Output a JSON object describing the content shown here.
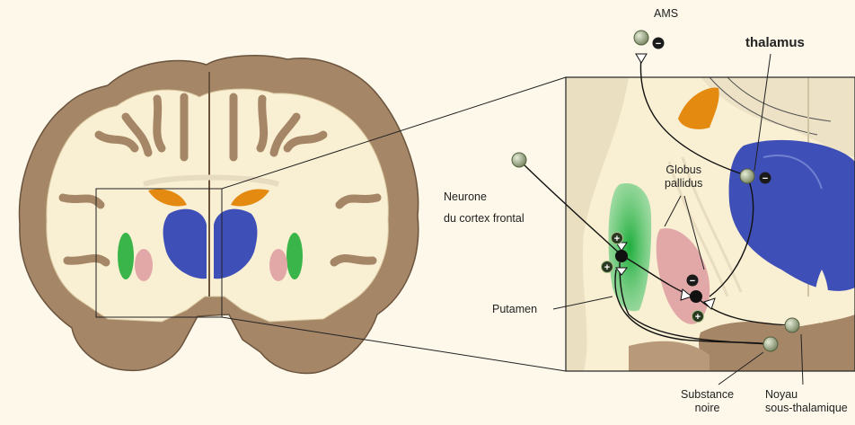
{
  "labels": {
    "ams": "AMS",
    "thalamus": "thalamus",
    "neurone_line1": "Neurone",
    "neurone_line2": "du cortex frontal",
    "globus_line1": "Globus",
    "globus_line2": "pallidus",
    "putamen": "Putamen",
    "substance_line1": "Substance",
    "substance_line2": "noire",
    "noyau_line1": "Noyau",
    "noyau_line2": "sous-thalamique"
  },
  "signs": {
    "plus": "+",
    "minus": "−"
  },
  "colors": {
    "background": "#fdf8ea",
    "cortex": "#a58666",
    "white_matter": "#f9efd2",
    "thalamus": "#3f4fb8",
    "putamen": "#39b54a",
    "globus_pallidus": "#e2a8a8",
    "caudate": "#e48a10",
    "neuron": "#a9b394",
    "synapse": "#111111"
  }
}
